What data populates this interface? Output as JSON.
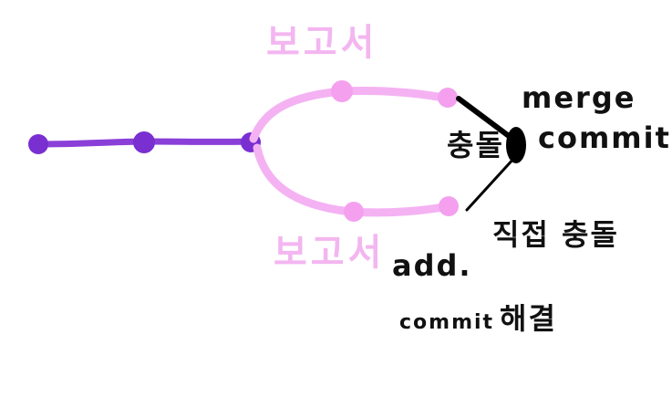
{
  "diagram": {
    "colors": {
      "main_branch": "#8a3fd8",
      "main_commit": "#7a2fd0",
      "branch_lines": "#f4b2f3",
      "branch_commit": "#f4a0ef",
      "merge_lines": "#000000",
      "merge_commit": "#000000",
      "background": "#ffffff"
    },
    "labels": {
      "top_branch": "보고서",
      "bottom_branch": "보고서",
      "conflict": "충돌",
      "merge_commit_line1": "merge",
      "merge_commit_line2": "commit",
      "resolve_heading": "직접 충돌",
      "add_text": "add.",
      "commit_resolve_en": "commit",
      "commit_resolve_ko": "해결"
    }
  }
}
